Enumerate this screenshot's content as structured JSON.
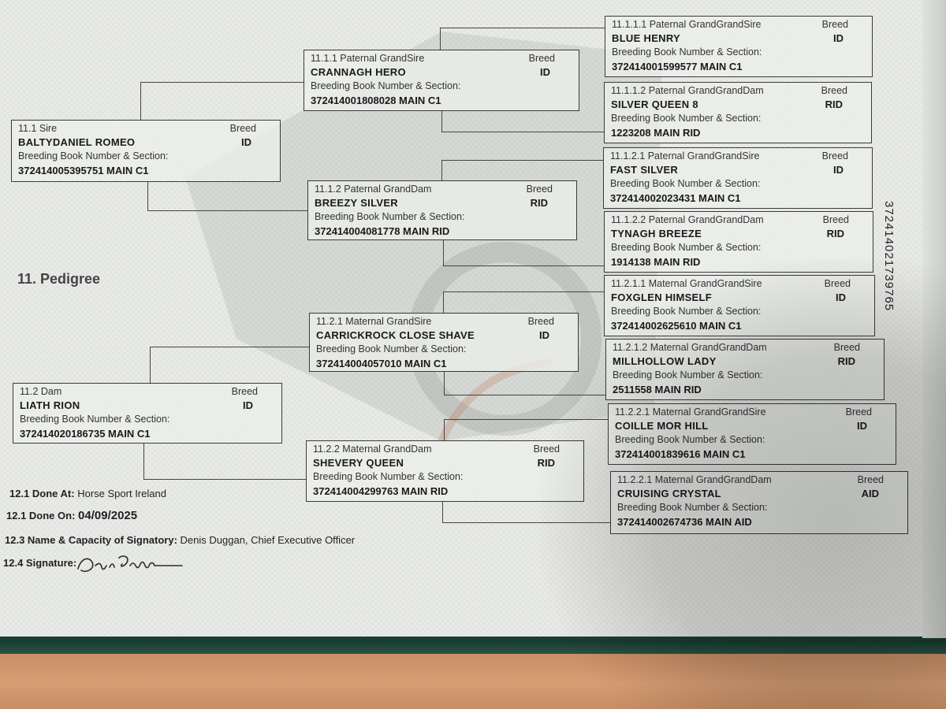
{
  "section_title": "11. Pedigree",
  "side_number": "372414021739765",
  "common": {
    "breed_label": "Breed",
    "bbns_label": "Breeding Book Number & Section:",
    "bbns_label_short": "Breeding Book Number & Section"
  },
  "sire": {
    "label": "11.1 Sire",
    "name": "BALTYDANIEL ROMEO",
    "breed": "ID",
    "number": "372414005395751 MAIN C1"
  },
  "dam": {
    "label": "11.2 Dam",
    "name": "LIATH RION",
    "breed": "ID",
    "number": "372414020186735 MAIN C1"
  },
  "grandparents": [
    {
      "label": "11.1.1 Paternal GrandSire",
      "name": "CRANNAGH HERO",
      "breed": "ID",
      "number": "372414001808028 MAIN C1"
    },
    {
      "label": "11.1.2 Paternal GrandDam",
      "name": "BREEZY SILVER",
      "breed": "RID",
      "number": "372414004081778 MAIN RID"
    },
    {
      "label": "11.2.1 Maternal GrandSire",
      "name": "CARRICKROCK CLOSE SHAVE",
      "breed": "ID",
      "number": "372414004057010 MAIN C1"
    },
    {
      "label": "11.2.2 Maternal GrandDam",
      "name": "SHEVERY QUEEN",
      "breed": "RID",
      "number": "372414004299763 MAIN RID"
    }
  ],
  "great_grandparents": [
    {
      "label": "11.1.1.1 Paternal GrandGrandSire",
      "name": "BLUE HENRY",
      "breed": "ID",
      "number": "372414001599577 MAIN C1"
    },
    {
      "label": "11.1.1.2 Paternal GrandGrandDam",
      "name": "SILVER QUEEN 8",
      "breed": "RID",
      "number": "1223208 MAIN RID"
    },
    {
      "label": "11.1.2.1 Paternal GrandGrandSire",
      "name": "FAST SILVER",
      "breed": "ID",
      "number": "372414002023431 MAIN C1"
    },
    {
      "label": "11.1.2.2 Paternal GrandGrandDam",
      "name": "TYNAGH BREEZE",
      "breed": "RID",
      "number": "1914138 MAIN RID"
    },
    {
      "label": "11.2.1.1 Maternal GrandGrandSire",
      "name": "FOXGLEN HIMSELF",
      "breed": "ID",
      "number": "372414002625610 MAIN C1"
    },
    {
      "label": "11.2.1.2 Maternal GrandGrandDam",
      "name": "MILLHOLLOW LADY",
      "breed": "RID",
      "number": "2511558 MAIN RID"
    },
    {
      "label": "11.2.2.1 Maternal GrandGrandSire",
      "name": "COILLE MOR HILL",
      "breed": "ID",
      "number": "372414001839616 MAIN C1"
    },
    {
      "label": "11.2.2.1 Maternal GrandGrandDam",
      "name": "CRUISING CRYSTAL",
      "breed": "AID",
      "number": "372414002674736 MAIN AID"
    }
  ],
  "footer": {
    "done_at_label": "12.1 Done At:",
    "done_at": "Horse Sport Ireland",
    "done_on_label": "12.1 Done On:",
    "done_on": "04/09/2025",
    "signatory_label": "12.3 Name & Capacity of Signatory:",
    "signatory": "Denis Duggan, Chief Executive Officer",
    "signature_label": "12.4 Signature:"
  },
  "colors": {
    "paper": "#e9ebe8",
    "cover": "#1d4336",
    "table": "#c98f67",
    "ink": "#222222"
  }
}
